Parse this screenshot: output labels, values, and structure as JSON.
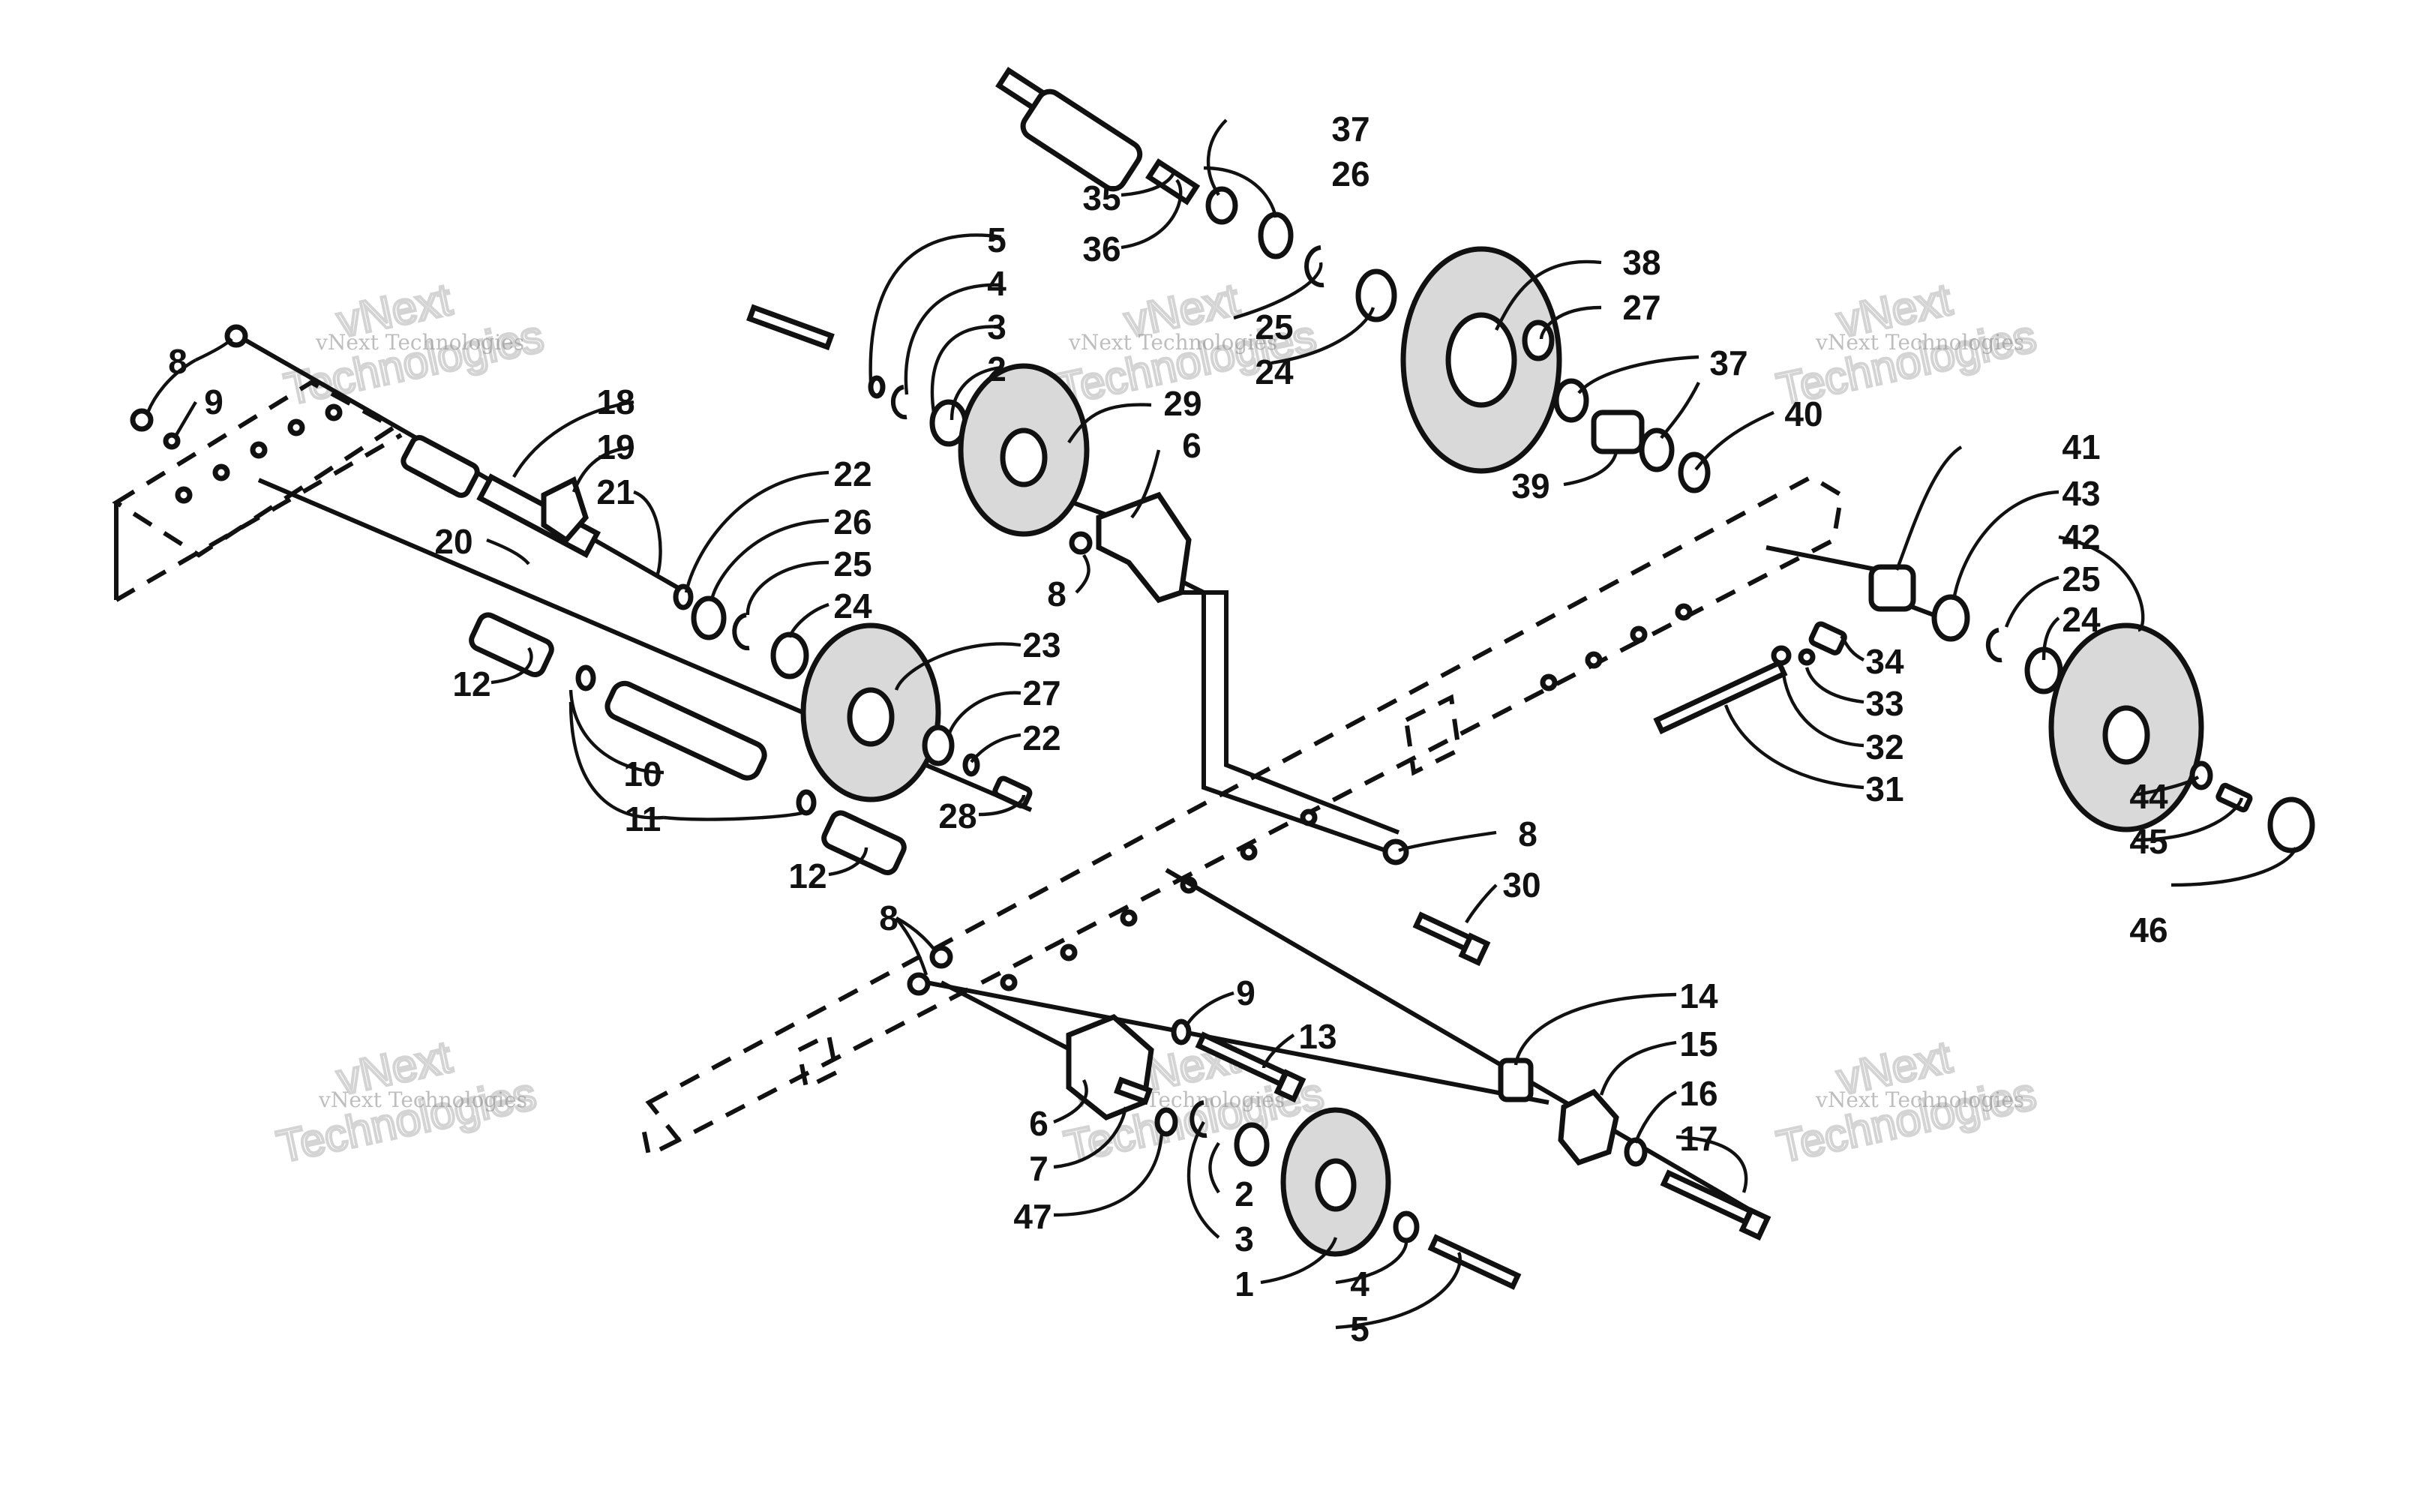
{
  "watermark": {
    "brand_lines": [
      "vNext",
      "Technologies"
    ],
    "small_text": "vNext Technologies"
  },
  "callouts": [
    "1",
    "2",
    "3",
    "4",
    "5",
    "6",
    "7",
    "8",
    "9",
    "10",
    "11",
    "12",
    "13",
    "14",
    "15",
    "16",
    "17",
    "18",
    "19",
    "20",
    "21",
    "22",
    "23",
    "24",
    "25",
    "26",
    "27",
    "28",
    "29",
    "30",
    "31",
    "32",
    "33",
    "34",
    "35",
    "36",
    "37",
    "38",
    "39",
    "40",
    "41",
    "42",
    "43",
    "44",
    "45",
    "46",
    "47"
  ]
}
